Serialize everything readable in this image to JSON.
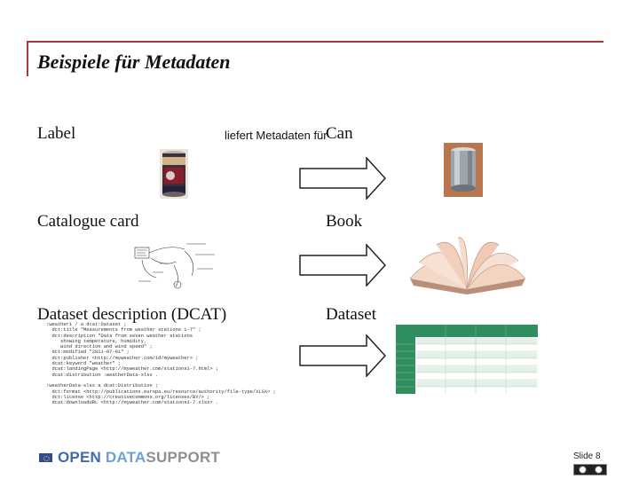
{
  "title": "Beispiele für Metadaten",
  "overlay_text": "liefert Metadaten für",
  "rows": [
    {
      "left": "Label",
      "right": "Can"
    },
    {
      "left": "Catalogue card",
      "right": "Book"
    },
    {
      "left": "Dataset description (DCAT)",
      "right": "Dataset"
    }
  ],
  "dcat_code": ":weather1 / a dcat:Dataset ;\n  dct:title \"Measurements from weather stations 1-7\" ;\n  dct:description \"Data from seven weather stations\n     showing temperature, humidity,\n     wind direction and wind speed\" ;\n  dct:modified \"2011-07-01\" ;\n  dct:publisher <http://myweather.com/id/myweather> ;\n  dcat:keyword \"weather\" ;\n  dcat:landingPage <http://myweather.com/stations1-7.html> ;\n  dcat:distribution :weatherData-xlsx .\n\n:weatherData-xlsx a dcat:Distribution ;\n  dct:format <http://publications.europa.eu/resource/authority/file-type/XLSX> ;\n  dct:license <http://creativecommons.org/licenses/BY/> ;\n  dcat:downloadURL <http://myweather.com/stations1-7.xlsx> .",
  "logo": {
    "open": "OPEN",
    "data": "DATA",
    "support": "SUPPORT"
  },
  "slide_number": "Slide 8",
  "colors": {
    "title_rule": "#a43a3a",
    "logo_open": "#3d6ab2",
    "logo_data": "#6aa1d7",
    "logo_support": "#8c8f94"
  },
  "icons": {
    "logo_flag": "eu-flag-icon",
    "license": "creative-commons-icon"
  }
}
